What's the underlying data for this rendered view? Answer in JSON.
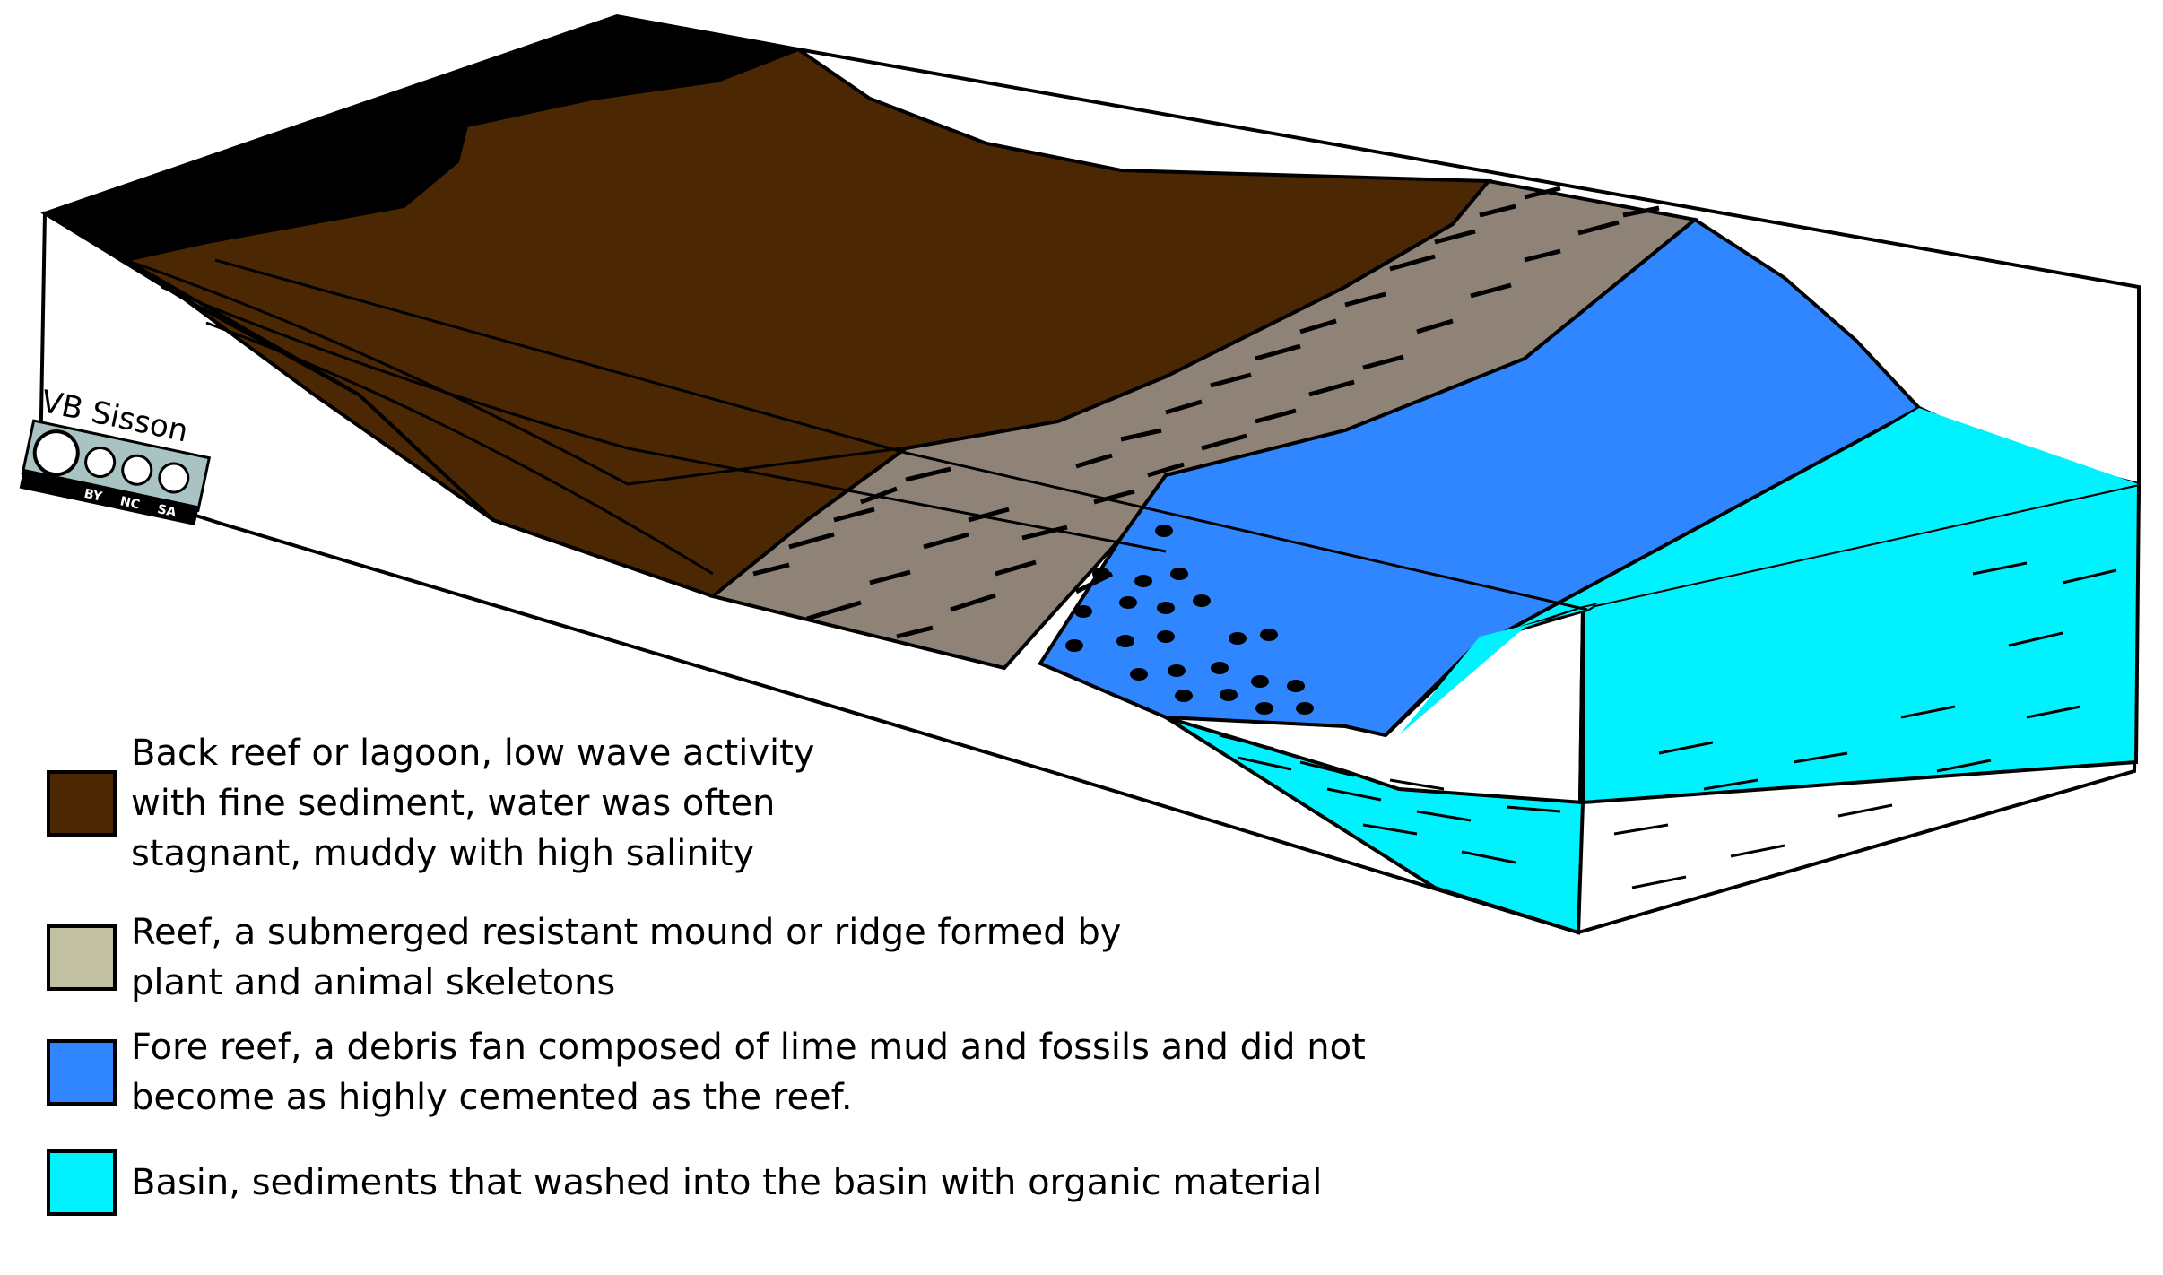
{
  "colors": {
    "back_reef": "#4B2803",
    "reef": "#8E8376",
    "reef_swatch": "#C2C0A2",
    "fore_reef": "#2F86FF",
    "basin": "#00F2FF",
    "headland": "#000000"
  },
  "credit": {
    "author": "VB Sisson",
    "license_icons": [
      "cc-icon",
      "by-icon",
      "nc-icon",
      "sa-icon"
    ],
    "license_labels": [
      "BY",
      "NC",
      "SA"
    ]
  },
  "legend": [
    {
      "key": "back_reef",
      "swatch_color": "#4B2803",
      "lines": [
        "Back reef or lagoon, low wave activity",
        "with fine sediment, water was often",
        "stagnant, muddy with high salinity"
      ]
    },
    {
      "key": "reef",
      "swatch_color": "#C2C0A2",
      "lines": [
        "Reef, a submerged resistant mound or ridge formed by",
        "plant and animal skeletons"
      ]
    },
    {
      "key": "fore_reef",
      "swatch_color": "#2F86FF",
      "lines": [
        "Fore reef, a debris fan composed of lime mud and fossils and did not",
        "become as highly cemented as the reef."
      ]
    },
    {
      "key": "basin",
      "swatch_color": "#00F2FF",
      "lines": [
        "Basin, sediments that washed into the basin with organic material"
      ]
    }
  ]
}
